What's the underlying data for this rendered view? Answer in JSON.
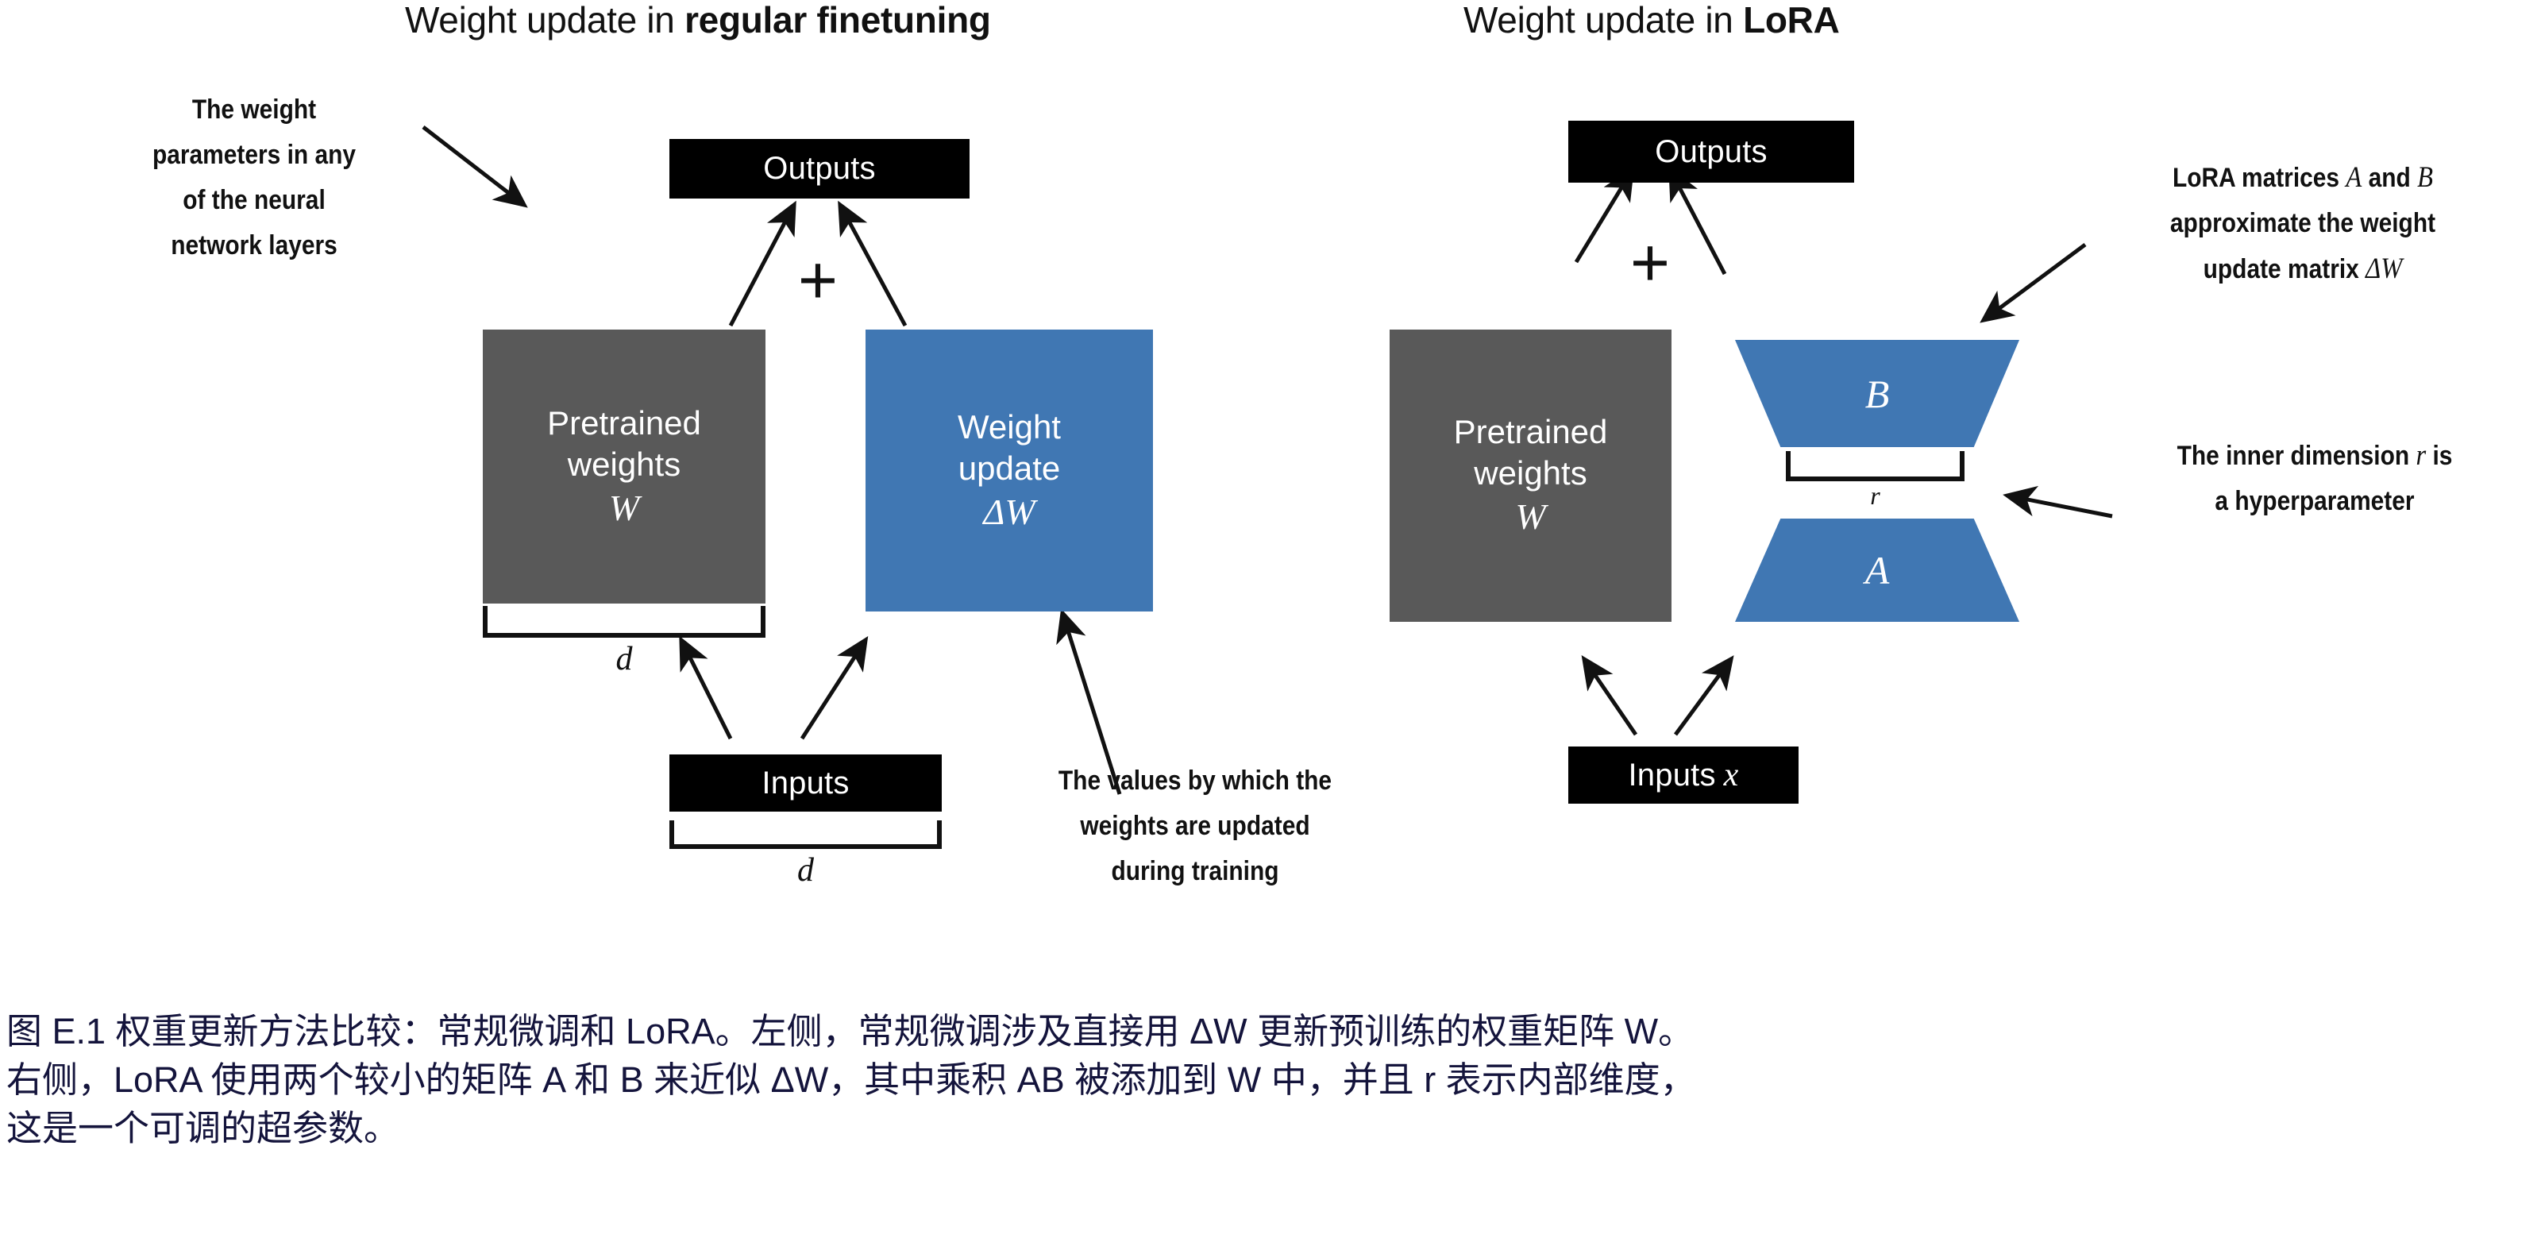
{
  "figure": {
    "panels": [
      {
        "id": "regular-finetuning",
        "title_prefix": "Weight update in ",
        "title_emphasis": "regular finetuning",
        "outputs_label": "Outputs",
        "inputs_label": "Inputs",
        "plus_symbol": "+",
        "pretrained_line1": "Pretrained",
        "pretrained_line2": "weights",
        "pretrained_symbol": "W",
        "update_line1": "Weight",
        "update_line2": "update",
        "update_symbol": "ΔW",
        "dim_top": "d",
        "dim_bottom": "d",
        "annotation_left": [
          "The weight",
          "parameters in any",
          "of the neural",
          "network layers"
        ],
        "annotation_right": [
          "The values by which the",
          "weights are updated",
          "during training"
        ]
      },
      {
        "id": "lora",
        "title_prefix": "Weight update in ",
        "title_emphasis": "LoRA",
        "outputs_label": "Outputs",
        "inputs_label": "Inputs",
        "inputs_symbol": "x",
        "plus_symbol": "+",
        "pretrained_line1": "Pretrained",
        "pretrained_line2": "weights",
        "pretrained_symbol": "W",
        "matrix_b": "B",
        "matrix_a": "A",
        "dim_inner": "r",
        "annotation_matrices": [
          "LoRA matrices A and B",
          "approximate the weight",
          "update matrix ΔW"
        ],
        "annotation_matrices_parts": [
          [
            "LoRA matrices ",
            "A",
            " and ",
            "B"
          ],
          [
            "approximate the weight"
          ],
          [
            "update matrix ",
            "ΔW"
          ]
        ],
        "annotation_rank": [
          "The inner dimension r is",
          "a hyperparameter"
        ],
        "annotation_rank_parts": [
          [
            "The inner dimension ",
            "r",
            " is"
          ],
          [
            "a hyperparameter"
          ]
        ]
      }
    ],
    "caption_lines": [
      "图 E.1 权重更新方法比较：常规微调和 LoRA。左侧，常规微调涉及直接用 ΔW 更新预训练的权重矩阵 W。",
      "右侧，LoRA 使用两个较小的矩阵 A 和 B 来近似 ΔW，其中乘积 AB 被添加到 W 中，并且 r 表示内部维度，",
      "这是一个可调的超参数。"
    ],
    "colors": {
      "pretrained_gray": "#595959",
      "accent_blue": "#4077B3",
      "box_black": "#000000",
      "caption_navy": "#14143c",
      "page_background": "#ffffff"
    }
  }
}
